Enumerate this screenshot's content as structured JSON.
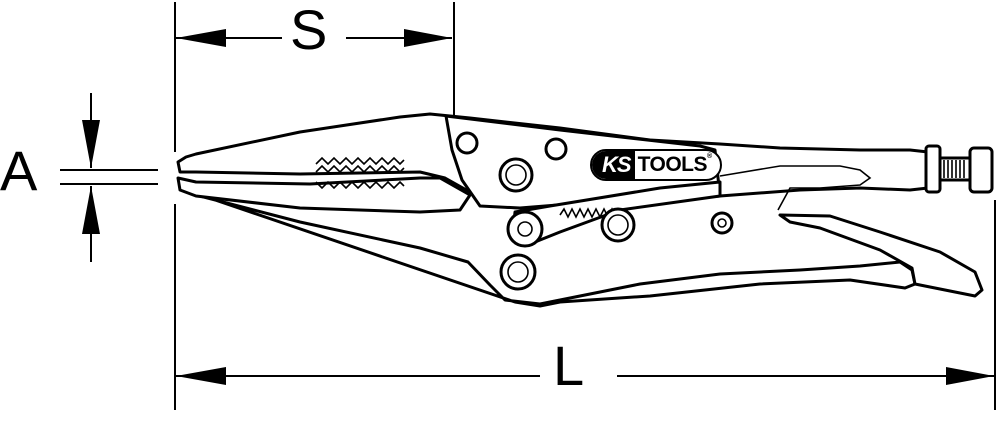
{
  "figure": {
    "type": "technical dimension drawing",
    "subject": "locking pliers with long nose jaws"
  },
  "dimensions": {
    "s_label": "S",
    "a_label": "A",
    "l_label": "L"
  },
  "brand": {
    "ks": "KS",
    "tools": "TOOLS",
    "registered": "®"
  },
  "colors": {
    "line": "#000000",
    "background": "#ffffff"
  }
}
